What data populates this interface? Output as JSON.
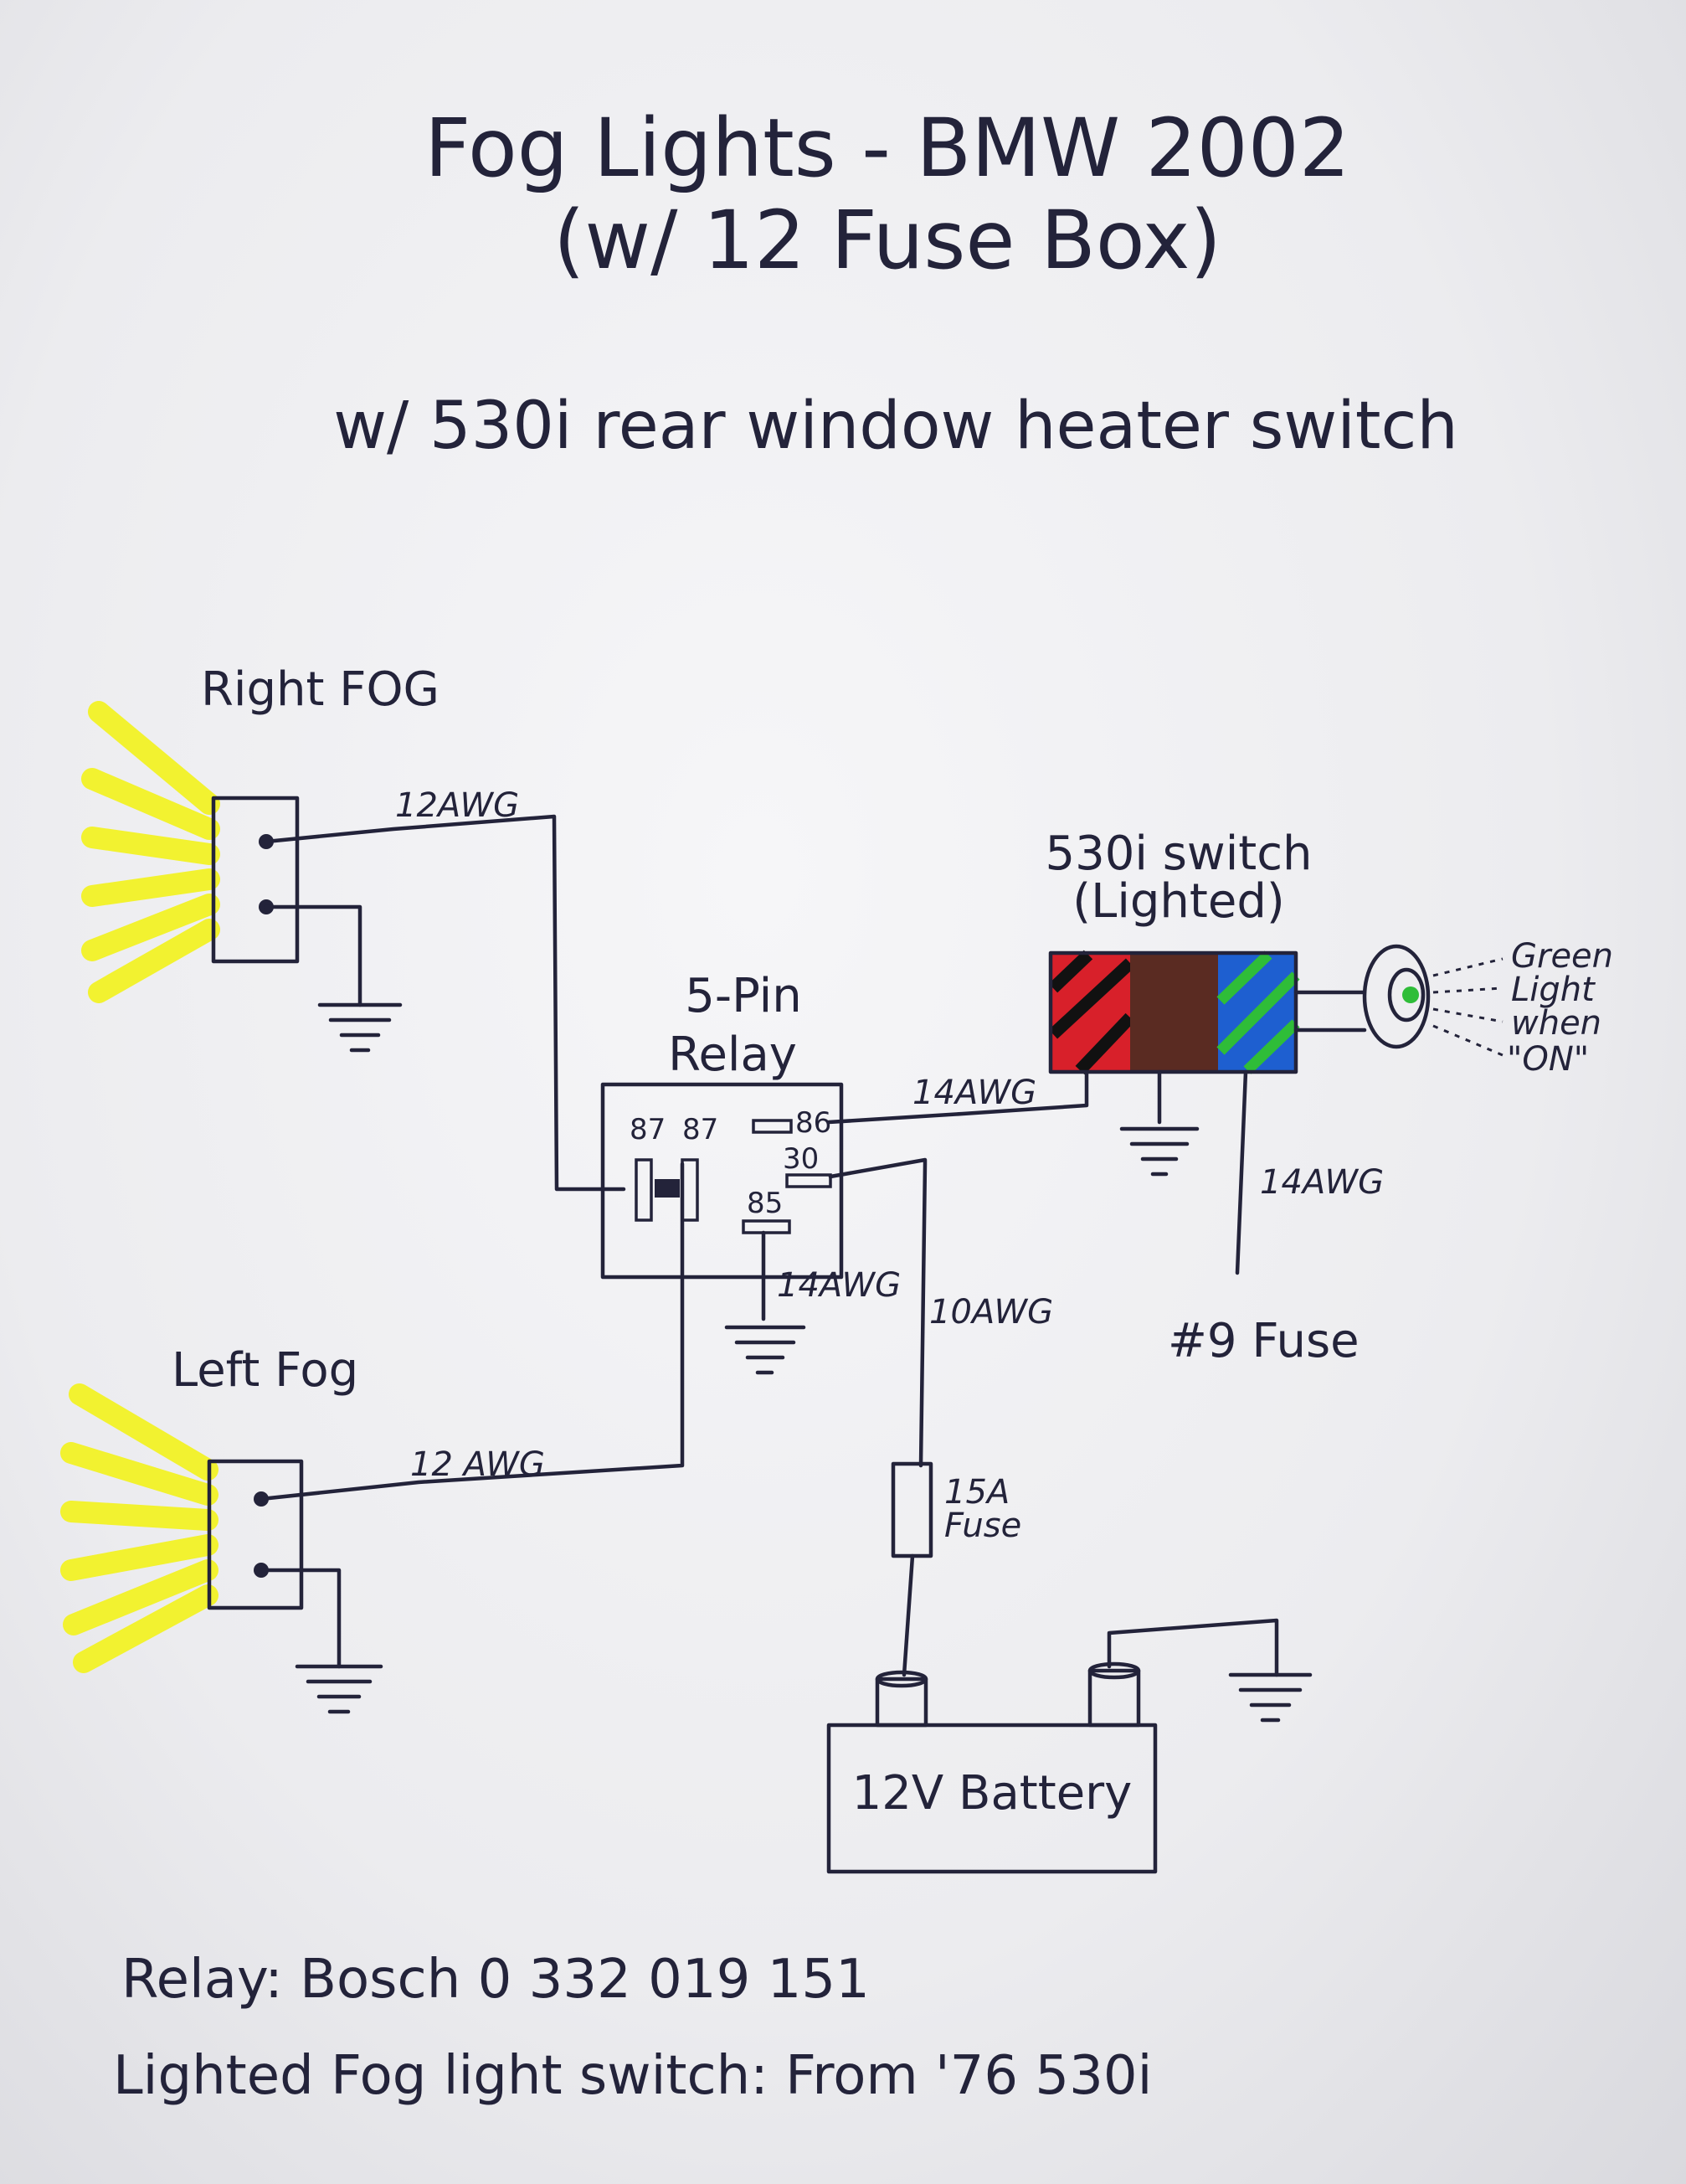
{
  "title": {
    "line1": "Fog Lights - BMW 2002",
    "line2": "(w/ 12 Fuse Box)",
    "line3": "w/ 530i rear window heater switch"
  },
  "labels": {
    "right_fog": "Right FOG",
    "left_fog": "Left Fog",
    "relay_line1": "5-Pin",
    "relay_line2": "Relay",
    "pin_87a": "87",
    "pin_87b": "87",
    "pin_86": "86",
    "pin_30": "30",
    "pin_85": "85",
    "switch_line1": "530i switch",
    "switch_line2": "(Lighted)",
    "green_line1": "Green",
    "green_line2": "Light",
    "green_line3": "when",
    "green_line4": "\"ON\"",
    "fuse9": "#9 Fuse",
    "fuse15_line1": "15A",
    "fuse15_line2": "Fuse",
    "battery": "12V Battery"
  },
  "wires": {
    "right_fog": "12AWG",
    "left_fog": "12 AWG",
    "relay_to_switch": "14AWG",
    "relay_ground": "14AWG",
    "switch_to_fuse": "14AWG",
    "battery_to_relay": "10AWG"
  },
  "notes": {
    "relay": "Relay: Bosch  0 332 019 151",
    "switch": "Lighted Fog light switch: From '76 530i"
  },
  "colors": {
    "ink": "#23233a",
    "fog_beam": "#f2f230",
    "switch_red": "#d8202a",
    "switch_brown": "#5a2b22",
    "switch_blue": "#1e5fd0",
    "switch_green": "#2fbd38"
  }
}
